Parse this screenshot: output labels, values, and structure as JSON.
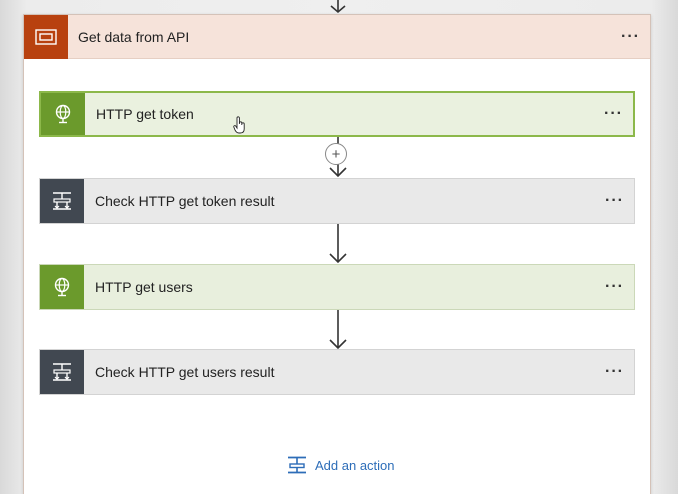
{
  "scope": {
    "title": "Get data from API",
    "icon": "scope-icon",
    "header_color": "#b8410f"
  },
  "actions": [
    {
      "label": "HTTP get token",
      "type": "http",
      "icon": "globe-icon",
      "selected": true
    },
    {
      "label": "Check HTTP get token result",
      "type": "condition",
      "icon": "condition-icon"
    },
    {
      "label": "HTTP get users",
      "type": "http",
      "icon": "globe-icon"
    },
    {
      "label": "Check HTTP get users result",
      "type": "condition",
      "icon": "condition-icon"
    }
  ],
  "menu_glyph": "···",
  "insert_glyph": "+",
  "add_action": {
    "label": "Add an action",
    "icon": "add-action-icon"
  },
  "colors": {
    "http_accent": "#6b9a2c",
    "condition_accent": "#414851",
    "link": "#2d6db8"
  }
}
